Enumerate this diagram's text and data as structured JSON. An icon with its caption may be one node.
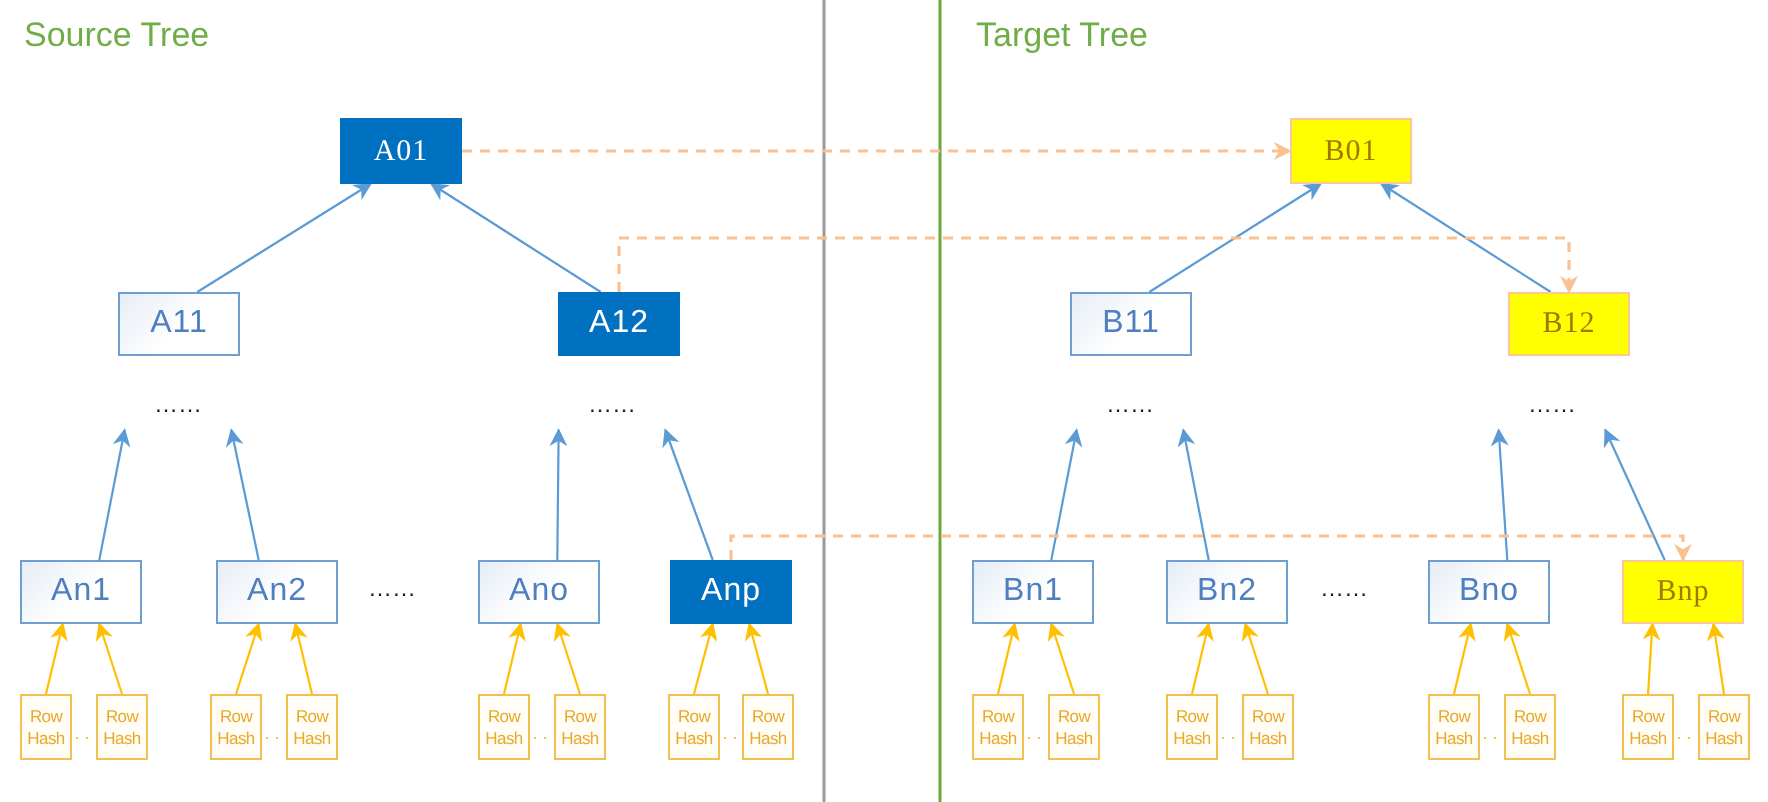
{
  "diagram": {
    "nodes": [
      {
        "text": [
          "A01"
        ]
      },
      {
        "text": [
          "B01"
        ]
      },
      {
        "text": [
          "A11"
        ]
      },
      {
        "text": [
          "A12"
        ]
      },
      {
        "text": [
          "B11"
        ]
      },
      {
        "text": [
          "B12"
        ]
      },
      {
        "text": [
          "……"
        ]
      },
      {
        "text": [
          "……"
        ]
      },
      {
        "text": [
          "……"
        ]
      },
      {
        "text": [
          "……"
        ]
      },
      {
        "text": [
          "An1"
        ]
      },
      {
        "text": [
          "An2"
        ]
      },
      {
        "text": [
          "Ano"
        ]
      },
      {
        "text": [
          "Anp"
        ]
      },
      {
        "text": [
          "Bn1"
        ]
      },
      {
        "text": [
          "Bn2"
        ]
      },
      {
        "text": [
          "Bno"
        ]
      },
      {
        "text": [
          "Bnp"
        ]
      },
      {
        "text": [
          "Row Hash"
        ]
      },
      {
        "text": [
          "Row Hash"
        ]
      },
      {
        "text": [
          "Row Hash"
        ]
      },
      {
        "text": [
          "Row Hash"
        ]
      },
      {
        "text": [
          "Row Hash"
        ]
      },
      {
        "text": [
          "Row Hash"
        ]
      },
      {
        "text": [
          "Row Hash"
        ]
      },
      {
        "text": [
          "Row Hash"
        ]
      },
      {
        "text": [
          "Row Hash"
        ]
      },
      {
        "text": [
          "Row Hash"
        ]
      },
      {
        "text": [
          "Row Hash"
        ]
      },
      {
        "text": [
          "Row Hash"
        ]
      },
      {
        "text": [
          "Row Hash"
        ]
      },
      {
        "text": [
          "Row Hash"
        ]
      },
      {
        "text": [
          "Row Hash"
        ]
      },
      {
        "text": [
          "Row Hash"
        ]
      }
    ],
    "edges": [
      {
        "from": 2,
        "to": 0,
        "arrow": "to",
        "color": "#5b9bd5"
      },
      {
        "from": 3,
        "to": 0,
        "arrow": "to",
        "color": "#5b9bd5"
      },
      {
        "from": 4,
        "to": 1,
        "arrow": "to",
        "color": "#5b9bd5"
      },
      {
        "from": 5,
        "to": 1,
        "arrow": "to",
        "color": "#5b9bd5"
      },
      {
        "from": 10,
        "to": 6,
        "arrow": "to",
        "color": "#5b9bd5"
      },
      {
        "from": 11,
        "to": 6,
        "arrow": "to",
        "color": "#5b9bd5"
      },
      {
        "from": 12,
        "to": 7,
        "arrow": "to",
        "color": "#5b9bd5"
      },
      {
        "from": 13,
        "to": 7,
        "arrow": "to",
        "color": "#5b9bd5"
      },
      {
        "from": 14,
        "to": 8,
        "arrow": "to",
        "color": "#5b9bd5"
      },
      {
        "from": 15,
        "to": 8,
        "arrow": "to",
        "color": "#5b9bd5"
      },
      {
        "from": 16,
        "to": 9,
        "arrow": "to",
        "color": "#5b9bd5"
      },
      {
        "from": 17,
        "to": 9,
        "arrow": "to",
        "color": "#5b9bd5"
      },
      {
        "from": 18,
        "to": 10,
        "arrow": "to"
      },
      {
        "from": 19,
        "to": 10,
        "arrow": "to"
      },
      {
        "from": 20,
        "to": 11,
        "arrow": "to"
      },
      {
        "from": 21,
        "to": 11,
        "arrow": "to"
      },
      {
        "from": 22,
        "to": 12,
        "arrow": "to"
      },
      {
        "from": 23,
        "to": 12,
        "arrow": "to"
      },
      {
        "from": 24,
        "to": 13,
        "arrow": "to"
      },
      {
        "from": 25,
        "to": 13,
        "arrow": "to"
      },
      {
        "from": 26,
        "to": 14,
        "arrow": "to"
      },
      {
        "from": 27,
        "to": 14,
        "arrow": "to"
      },
      {
        "from": 28,
        "to": 15,
        "arrow": "to"
      },
      {
        "from": 29,
        "to": 15,
        "arrow": "to"
      },
      {
        "from": 30,
        "to": 16,
        "arrow": "to"
      },
      {
        "from": 31,
        "to": 16,
        "arrow": "to"
      },
      {
        "from": 32,
        "to": 17,
        "arrow": "to"
      },
      {
        "from": 33,
        "to": 17,
        "arrow": "to"
      },
      {
        "from": 0,
        "to": 1,
        "arrow": "to",
        "style": "dashed",
        "color": "#fac090"
      },
      {
        "from": 3,
        "to": 5,
        "arrow": "to",
        "style": "dashed",
        "color": "#fac090"
      },
      {
        "from": 13,
        "to": 17,
        "arrow": "to",
        "style": "dashed",
        "color": "#fac090"
      }
    ],
    "labels": [
      "Source Tree",
      "Target Tree",
      "……",
      "……"
    ]
  }
}
